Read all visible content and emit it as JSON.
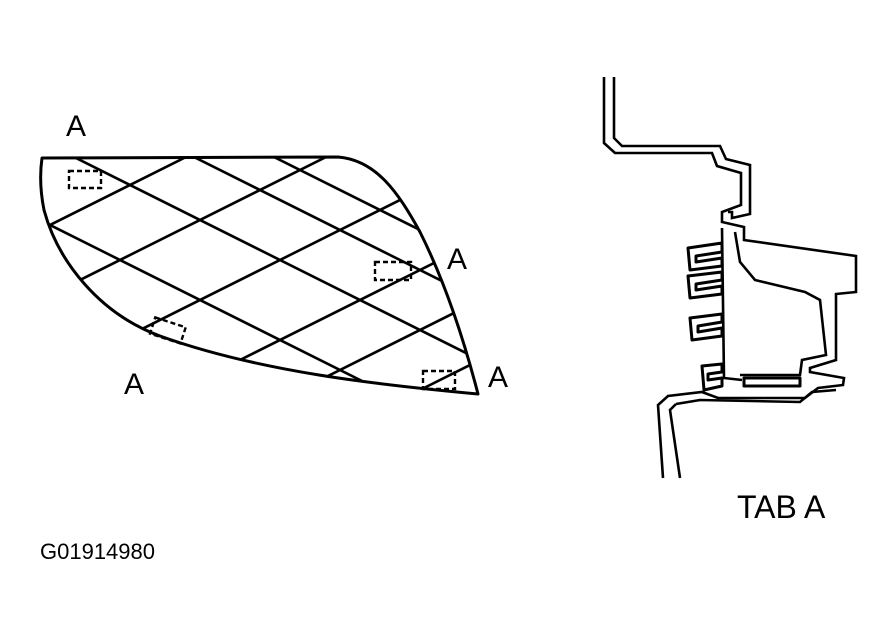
{
  "labels": {
    "callout_a": "A",
    "tab_title": "TAB A",
    "figure_id": "G01914980"
  }
}
